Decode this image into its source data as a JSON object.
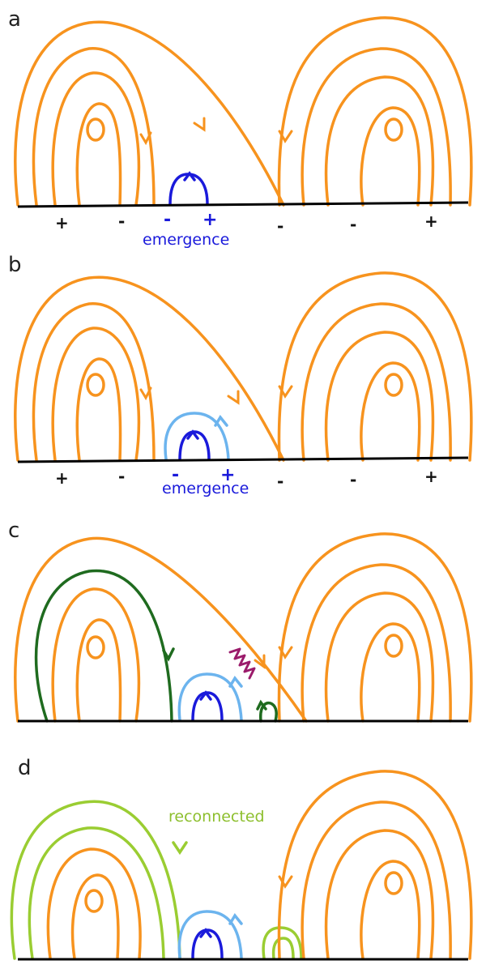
{
  "panels": [
    {
      "id": "a",
      "label": "a",
      "signs_left": [
        "+",
        "-"
      ],
      "signs_emerge": [
        "-",
        "+"
      ],
      "signs_right": [
        "-",
        "-",
        "+"
      ],
      "caption": "emergence"
    },
    {
      "id": "b",
      "label": "b",
      "signs_left": [
        "+",
        "-"
      ],
      "signs_emerge": [
        "-",
        "+"
      ],
      "signs_right": [
        "-",
        "-",
        "+"
      ],
      "caption": "emergence"
    },
    {
      "id": "c",
      "label": "c"
    },
    {
      "id": "d",
      "label": "d",
      "caption": "reconnected"
    }
  ],
  "colors": {
    "orange": "#f7931e",
    "darkblue": "#1a1adb",
    "lightblue": "#6cb4ee",
    "darkgreen": "#1f6b1f",
    "lightgreen": "#9acd32",
    "purple": "#9b1b6b",
    "ground": "#000000"
  }
}
